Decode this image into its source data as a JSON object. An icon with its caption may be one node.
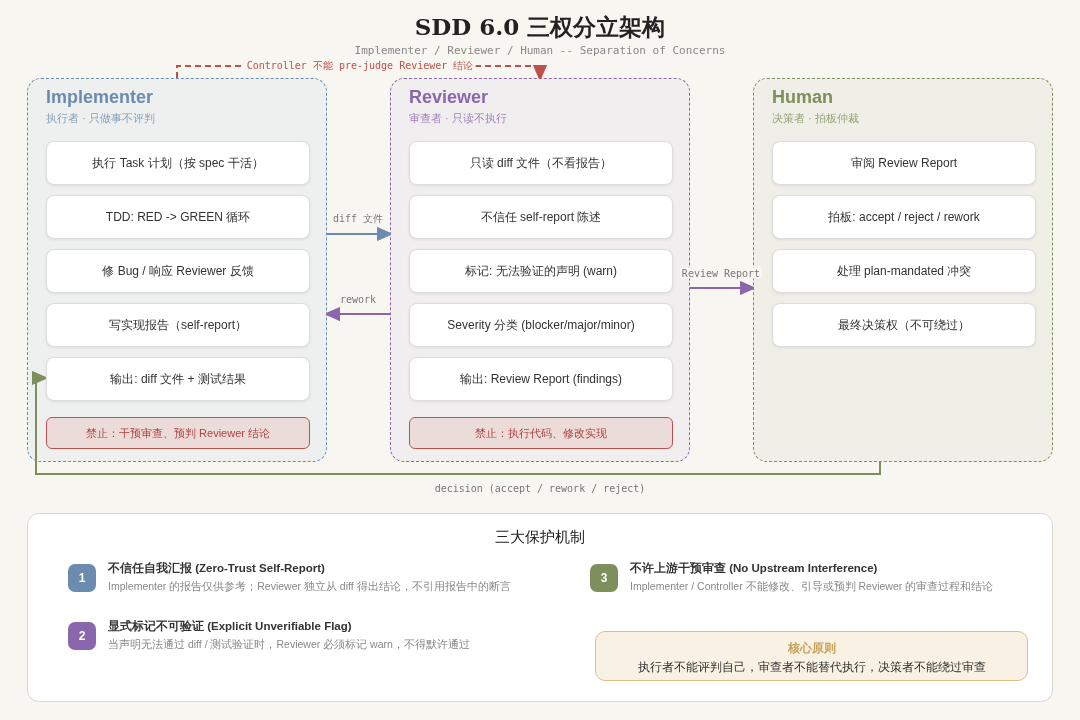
{
  "diagram": {
    "title": "SDD 6.0 三权分立架构",
    "nodes": [
      {
        "text": [
          "Implementer",
          "执行者 · 只做事不评判"
        ]
      },
      {
        "text": [
          "执行 Task 计划（按 spec 干活）"
        ],
        "in": 0
      },
      {
        "text": [
          "TDD: RED -> GREEN 循环"
        ],
        "in": 0
      },
      {
        "text": [
          "修 Bug / 响应 Reviewer 反馈"
        ],
        "in": 0
      },
      {
        "text": [
          "写实现报告（self-report）"
        ],
        "in": 0
      },
      {
        "text": [
          "输出: diff 文件 + 测试结果"
        ],
        "in": 0
      },
      {
        "text": [
          "禁止：干预审查、预判 Reviewer 结论"
        ],
        "in": 0
      },
      {
        "text": [
          "Reviewer",
          "审查者 · 只读不执行"
        ]
      },
      {
        "text": [
          "只读 diff 文件（不看报告）"
        ],
        "in": 7
      },
      {
        "text": [
          "不信任 self-report 陈述"
        ],
        "in": 7
      },
      {
        "text": [
          "标记: 无法验证的声明 (warn)"
        ],
        "in": 7
      },
      {
        "text": [
          "Severity 分类 (blocker/major/minor)"
        ],
        "in": 7
      },
      {
        "text": [
          "输出: Review Report (findings)"
        ],
        "in": 7
      },
      {
        "text": [
          "禁止：执行代码、修改实现"
        ],
        "in": 7
      },
      {
        "text": [
          "Human",
          "决策者 · 拍板仲裁"
        ]
      },
      {
        "text": [
          "审阅 Review Report"
        ],
        "in": 14
      },
      {
        "text": [
          "拍板: accept / reject / rework"
        ],
        "in": 14
      },
      {
        "text": [
          "处理 plan-mandated 冲突"
        ],
        "in": 14
      },
      {
        "text": [
          "最终决策权（不可绕过）"
        ],
        "in": 14
      },
      {
        "text": [
          "三大保护机制"
        ]
      },
      {
        "text": [
          "1"
        ],
        "in": 19,
        "beside": [
          "不信任自我汇报 (Zero-Trust Self-Report)",
          "Implementer 的报告仅供参考；Reviewer 独立从 diff 得出结论，不引用报告中的断言"
        ]
      },
      {
        "text": [
          "2"
        ],
        "in": 19,
        "beside": [
          "显式标记不可验证 (Explicit Unverifiable Flag)",
          "当声明无法通过 diff / 测试验证时，Reviewer 必须标记 warn，不得默许通过"
        ]
      },
      {
        "text": [
          "3"
        ],
        "in": 19,
        "beside": [
          "不许上游干预审查 (No Upstream Interference)",
          "Implementer / Controller 不能修改、引导或预判 Reviewer 的审查过程和结论"
        ]
      },
      {
        "text": [
          "核心原则",
          "执行者不能评判自己，审查者不能替代执行，决策者不能绕过审查"
        ],
        "in": 19
      }
    ],
    "edges": [
      {
        "from": 0,
        "to": 7,
        "arrow": "to",
        "label": "Controller 不能 pre-judge Reviewer 结论",
        "style": "dashed",
        "color": "#c0504d"
      },
      {
        "from": 0,
        "to": 7,
        "arrow": "to",
        "label": "diff 文件",
        "color": "#6b8cae"
      },
      {
        "from": 7,
        "to": 0,
        "arrow": "to",
        "label": "rework"
      },
      {
        "from": 7,
        "to": 14,
        "arrow": "to",
        "label": "Review Report"
      },
      {
        "from": 14,
        "to": 5,
        "arrow": "to",
        "label": "decision (accept / rework / reject)",
        "color": "#7d8f5c"
      }
    ],
    "labels": [
      "Implementer / Reviewer / Human -- Separation of Concerns"
    ]
  }
}
